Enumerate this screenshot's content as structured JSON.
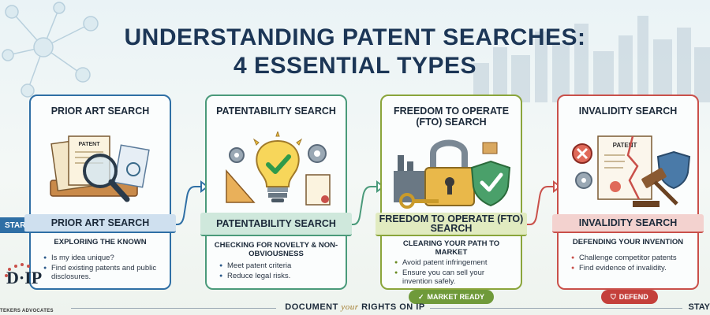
{
  "title_line1": "UNDERSTANDING PATENT SEARCHES:",
  "title_line2": "4 ESSENTIAL TYPES",
  "start_label": "START",
  "cards": [
    {
      "title": "PRIOR ART SEARCH",
      "illustration_text": "PATENT",
      "band": "PRIOR ART SEARCH",
      "subtitle": "EXPLORING THE KNOWN",
      "bullets": [
        "Is my idea unique?",
        "Find existing patents and public disclosures."
      ],
      "color": "#2f6fa5"
    },
    {
      "title": "PATENTABILITY SEARCH",
      "band": "PATENTABILITY SEARCH",
      "subtitle": "CHECKING FOR NOVELTY & NON-OBVIOUSNESS",
      "bullets": [
        "Meet patent criteria",
        "Reduce legal risks."
      ],
      "color": "#4a9a7a"
    },
    {
      "title": "FREEDOM TO OPERATE (FTO) SEARCH",
      "band": "FREEDOM TO OPERATE (FTO) SEARCH",
      "subtitle": "CLEARING YOUR PATH TO MARKET",
      "bullets": [
        "Avoid patent infringement",
        "Ensure you can sell your invention safely."
      ],
      "pill": "MARKET READY",
      "color": "#8aa53b"
    },
    {
      "title": "INVALIDITY SEARCH",
      "illustration_text": "PATENT",
      "band": "INVALIDITY SEARCH",
      "subtitle": "DEFENDING YOUR INVENTION",
      "bullets": [
        "Challenge competitor patents",
        "Find evidence of invalidity."
      ],
      "pill": "DEFEND",
      "color": "#c9504a"
    }
  ],
  "logo": {
    "text": "D·IP",
    "sub": "TEKERS ADVOCATES"
  },
  "footer": {
    "pre": "DOCUMENT",
    "em": "your",
    "post": "RIGHTS ON IP"
  },
  "stay_text": "STAY"
}
